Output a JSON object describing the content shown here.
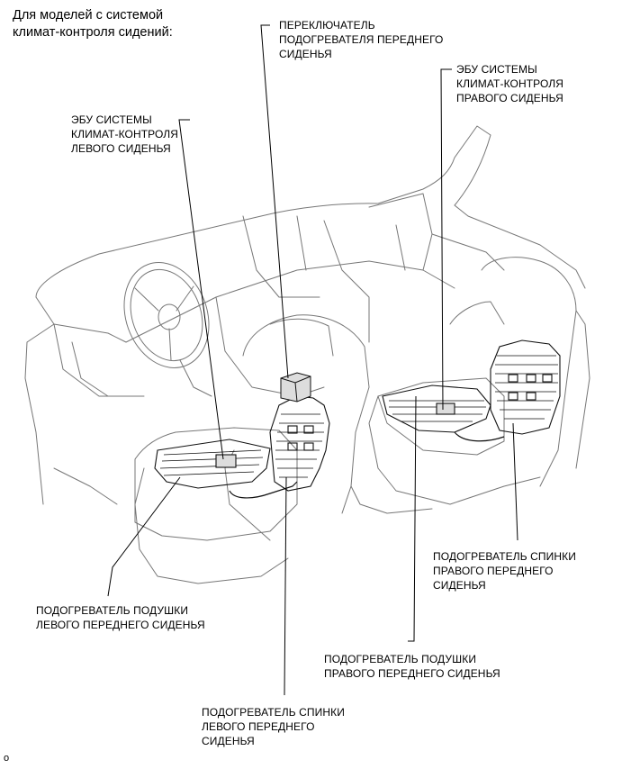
{
  "header": {
    "title": "Для моделей с системой\nклимат-контроля сидений:"
  },
  "labels": {
    "front_switch": "ПЕРЕКЛЮЧАТЕЛЬ\nПОДОГРЕВАТЕЛЯ ПЕРЕДНЕГО\nСИДЕНЬЯ",
    "right_ecu": "ЭБУ СИСТЕМЫ\nКЛИМАТ-КОНТРОЛЯ\nПРАВОГО СИДЕНЬЯ",
    "left_ecu": "ЭБУ СИСТЕМЫ\nКЛИМАТ-КОНТРОЛЯ\nЛЕВОГО СИДЕНЬЯ",
    "right_back_heater": "ПОДОГРЕВАТЕЛЬ СПИНКИ\nПРАВОГО ПЕРЕДНЕГО\nСИДЕНЬЯ",
    "left_cushion_heater": "ПОДОГРЕВАТЕЛЬ ПОДУШКИ\nЛЕВОГО ПЕРЕДНЕГО СИДЕНЬЯ",
    "right_cushion_heater": "ПОДОГРЕВАТЕЛЬ ПОДУШКИ\nПРАВОГО ПЕРЕДНЕГО СИДЕНЬЯ",
    "left_back_heater": "ПОДОГРЕВАТЕЛЬ СПИНКИ\nЛЕВОГО ПЕРЕДНЕГО\nСИДЕНЬЯ"
  },
  "figure_code": "o"
}
